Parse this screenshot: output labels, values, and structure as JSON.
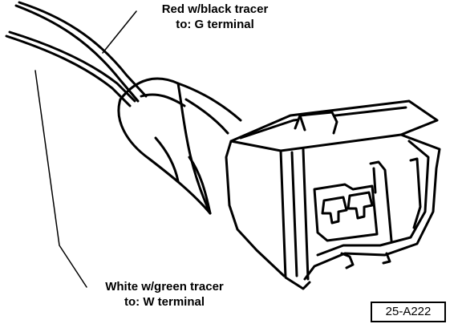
{
  "labels": {
    "red_wire": {
      "line1": "Red w/black tracer",
      "line2": "to: G terminal"
    },
    "white_wire": {
      "line1": "White w/green tracer",
      "line2": "to: W terminal"
    }
  },
  "figure_id": "25-A222",
  "colors": {
    "ink": "#000000",
    "paper": "#ffffff"
  }
}
